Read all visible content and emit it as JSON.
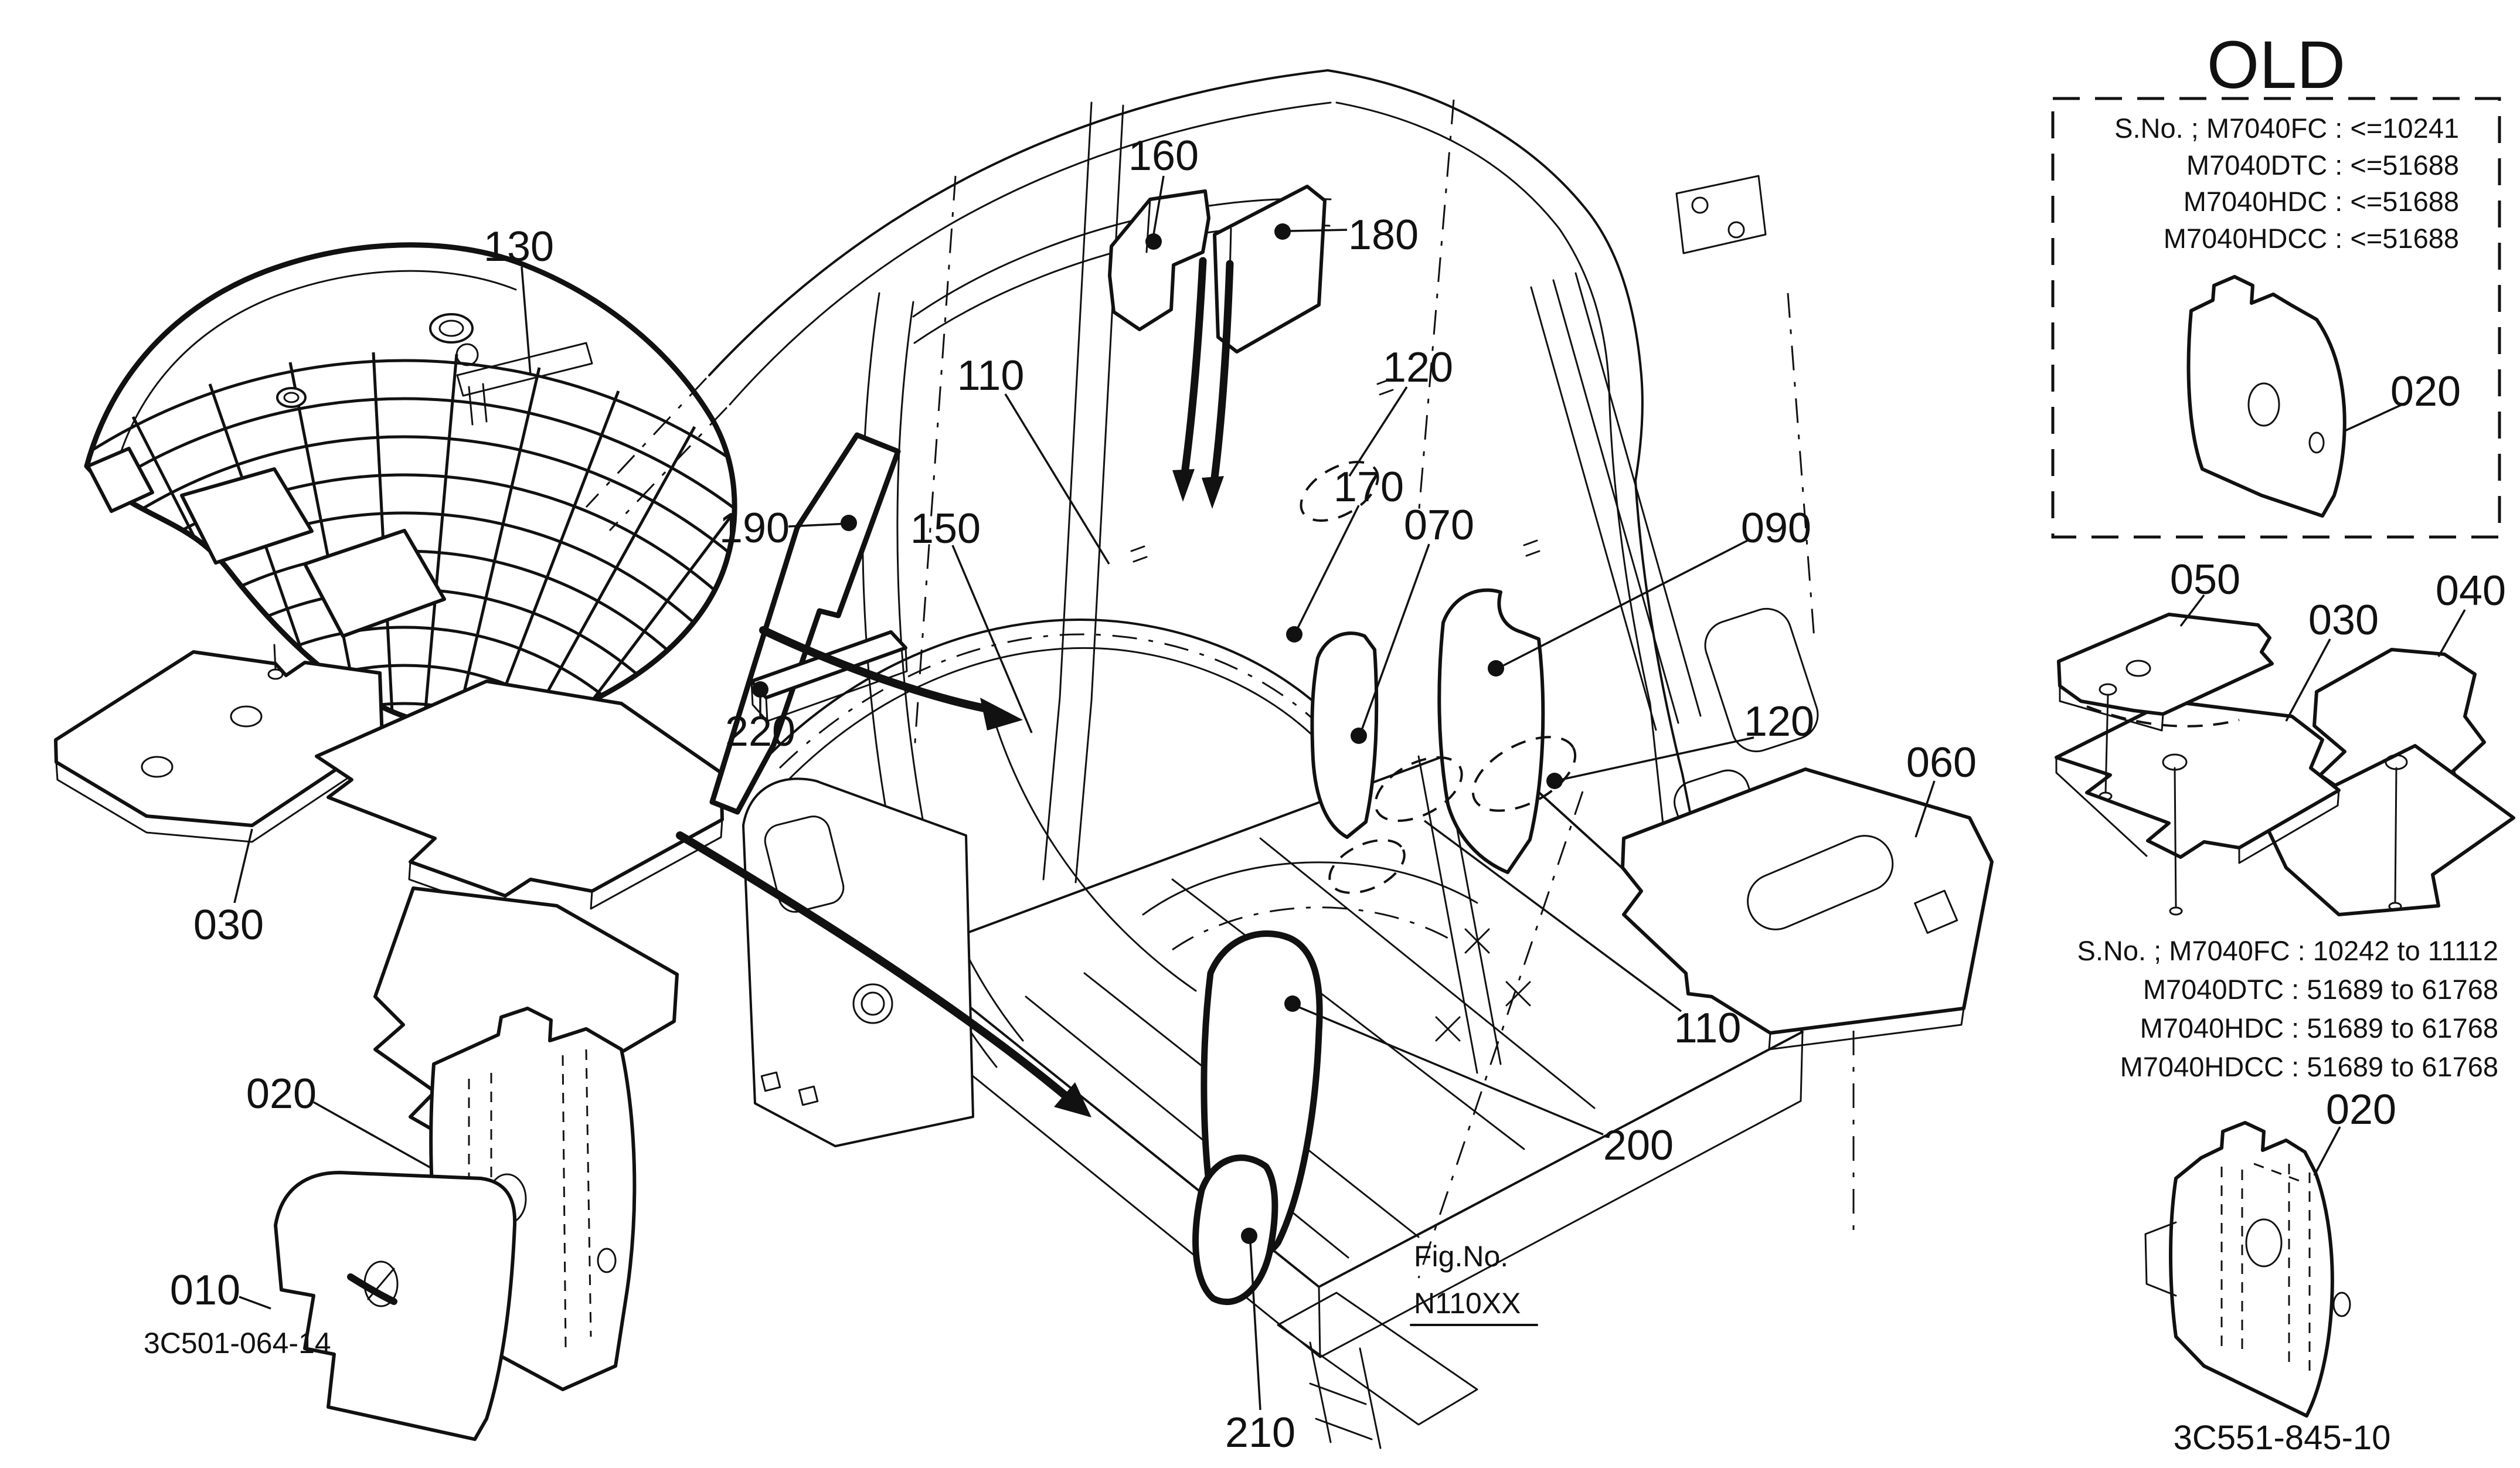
{
  "figure": {
    "old_label": "OLD",
    "fig_no_label": "Fig.No.",
    "fig_no_value": "N110XX",
    "code_bottom_left": "3C501-064-14",
    "code_bottom_right": "3C551-845-10"
  },
  "serial_old": {
    "line1": "S.No. ; M7040FC : <=10241",
    "line2": "M7040DTC : <=51688",
    "line3": "M7040HDC : <=51688",
    "line4": "M7040HDCC : <=51688"
  },
  "serial_new": {
    "line1": "S.No. ; M7040FC : 10242 to 11112",
    "line2": "M7040DTC : 51689 to 61768",
    "line3": "M7040HDC : 51689 to 61768",
    "line4": "M7040HDCC : 51689 to 61768"
  },
  "callouts": {
    "c130": "130",
    "c190": "190",
    "c150": "150",
    "c160": "160",
    "c180": "180",
    "c110_upper": "110",
    "c120_upper": "120",
    "c170": "170",
    "c070": "070",
    "c090": "090",
    "c120_right": "120",
    "c060": "060",
    "c110_lower": "110",
    "c200": "200",
    "c210": "210",
    "c220": "220",
    "c030_left": "030",
    "c020_left": "020",
    "c010": "010",
    "c020_old": "020",
    "c050": "050",
    "c030_right": "030",
    "c040": "040",
    "c020_new": "020"
  },
  "colors": {
    "ink": "#111111",
    "paper": "#ffffff"
  }
}
